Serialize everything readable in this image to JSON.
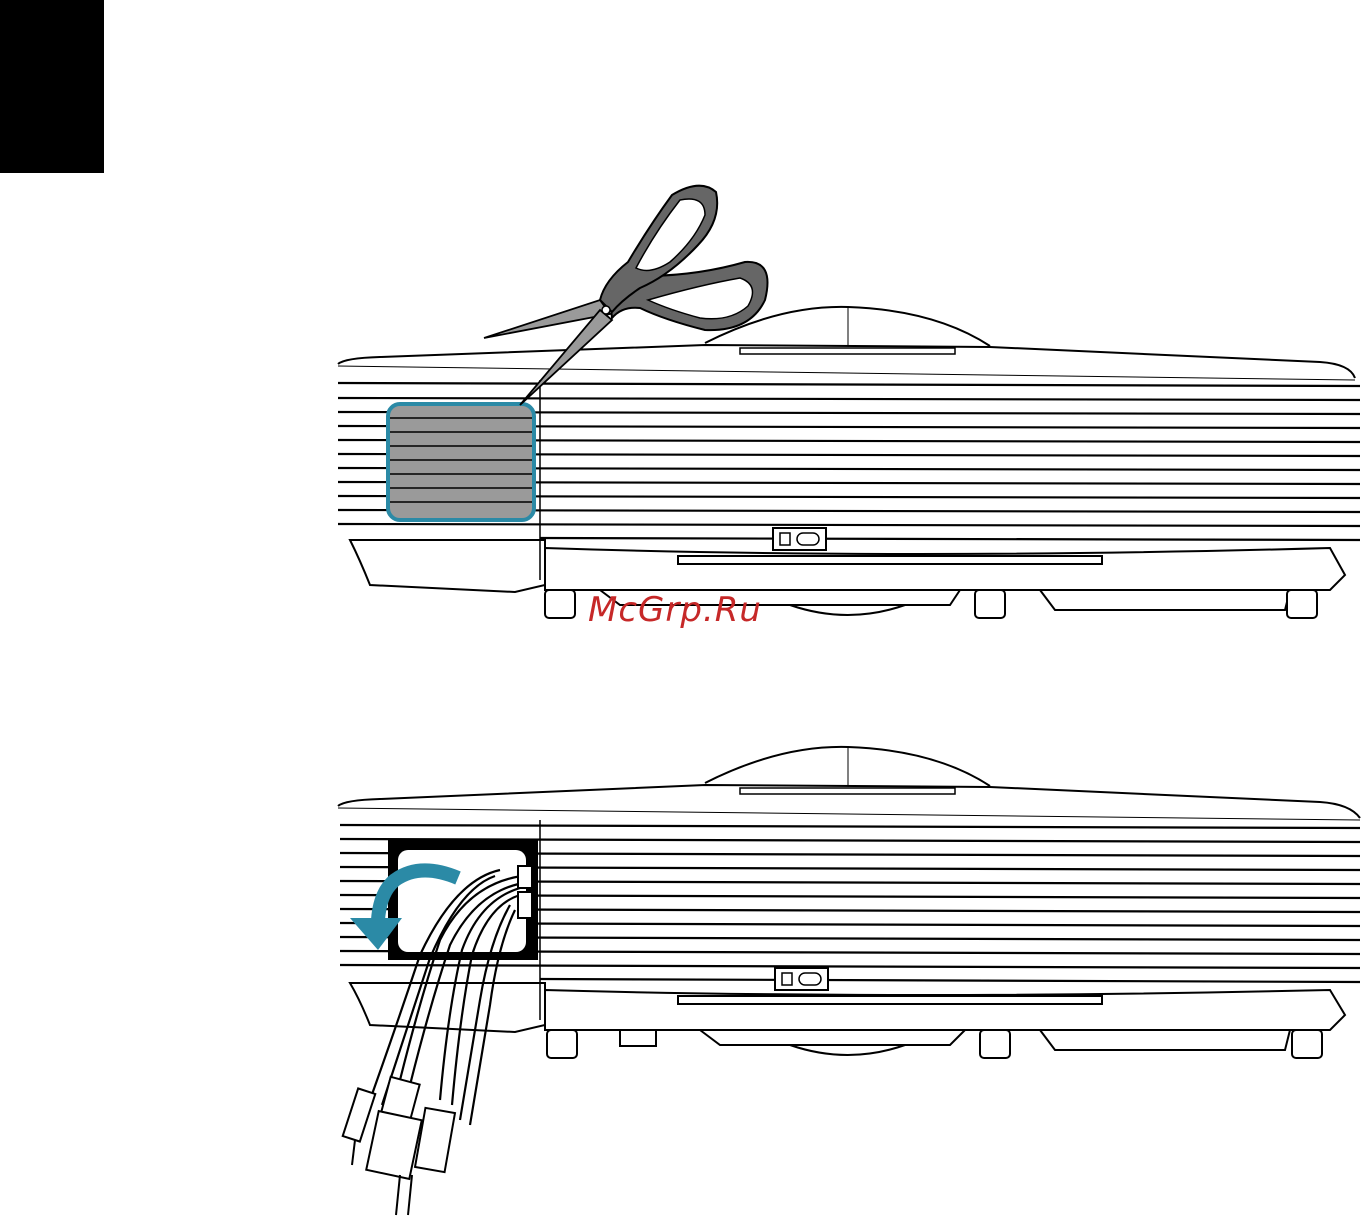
{
  "page": {
    "section_tab_color": "#000000",
    "background": "#ffffff"
  },
  "watermark": {
    "text": "McGrp.Ru",
    "color": "#c62828"
  },
  "figures": [
    {
      "id": "figure-cut-cover",
      "icons": [
        "projector",
        "scissors",
        "cover-outline",
        "kensington-lock-icon"
      ],
      "highlight_color": "#2b8aa6",
      "cover_fill": "#9a9a9a"
    },
    {
      "id": "figure-route-cables",
      "icons": [
        "projector",
        "cable-bundle",
        "curved-arrow",
        "kensington-lock-icon"
      ],
      "arrow_color": "#2b8aa6"
    }
  ]
}
